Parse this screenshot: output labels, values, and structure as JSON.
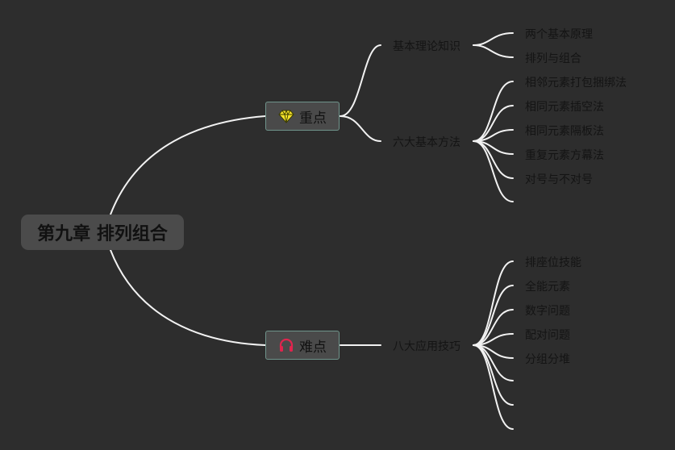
{
  "root": {
    "label": "第九章 排列组合"
  },
  "topics": [
    {
      "label": "重点",
      "icon": "diamond-icon",
      "icon_color": "#f5e32a",
      "subtopics": [
        {
          "label": "基本理论知识",
          "items": [
            "两个基本原理",
            "排列与组合"
          ]
        },
        {
          "label": "六大基本方法",
          "items": [
            "相邻元素打包捆绑法",
            "相同元素插空法",
            "相同元素隔板法",
            "重复元素方幕法",
            "对号与不对号",
            ""
          ]
        }
      ]
    },
    {
      "label": "难点",
      "icon": "headphones-icon",
      "icon_color": "#e0254e",
      "subtopics": [
        {
          "label": "八大应用技巧",
          "items": [
            "排座位技能",
            "全能元素",
            "数字问题",
            "配对问题",
            "分组分堆",
            "",
            "",
            ""
          ]
        }
      ]
    }
  ],
  "colors": {
    "background": "#2d2d2d",
    "branch_line": "#f2f2f2",
    "topic_border": "#6f948b",
    "text": "#141414"
  }
}
